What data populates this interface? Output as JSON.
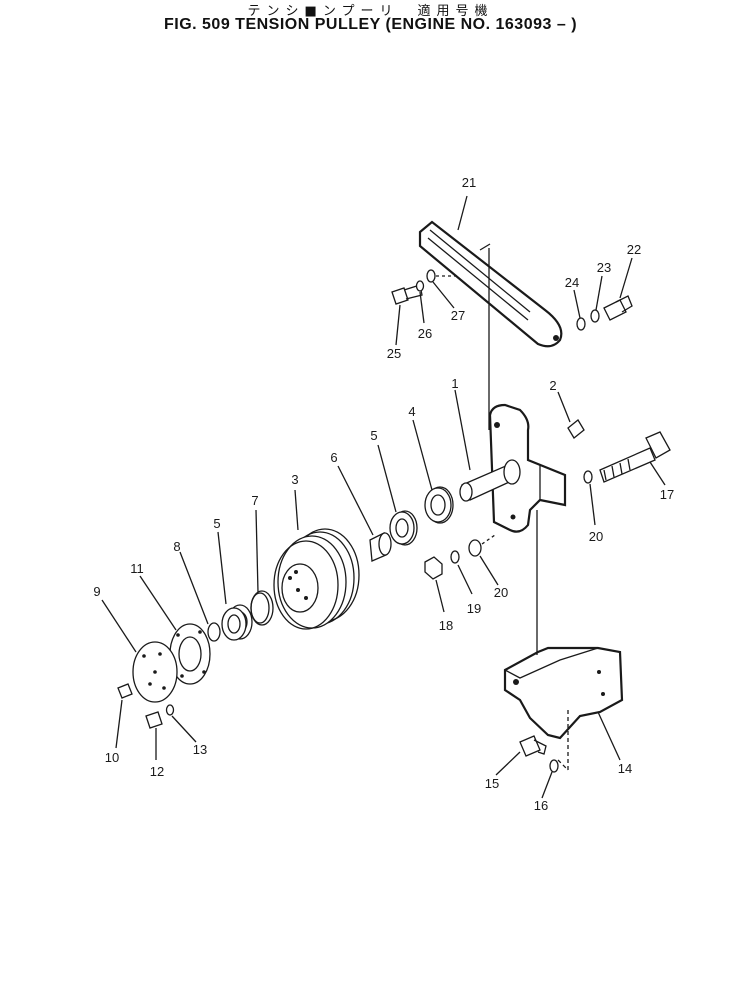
{
  "title_jp": "テンシ■ンプーリ　適用号機",
  "title_en": "FIG. 509  TENSION PULLEY (ENGINE NO. 163093 –  )",
  "callouts": [
    "1",
    "2",
    "3",
    "4",
    "5",
    "5",
    "6",
    "7",
    "8",
    "9",
    "10",
    "11",
    "12",
    "13",
    "14",
    "15",
    "16",
    "17",
    "18",
    "19",
    "20",
    "20",
    "21",
    "22",
    "23",
    "24",
    "25",
    "26",
    "27"
  ]
}
